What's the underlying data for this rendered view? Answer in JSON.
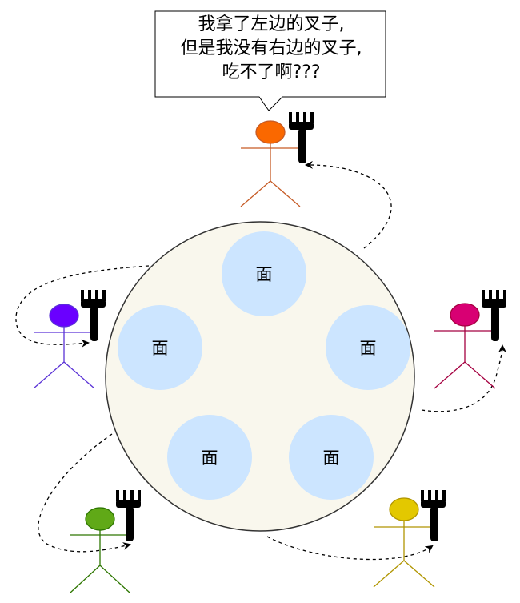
{
  "speech": {
    "lines": [
      "我拿了左边的叉子,",
      "但是我没有右边的叉子,",
      "吃不了啊???"
    ]
  },
  "table": {
    "fill": "#f9f7ed",
    "stroke": "#333333"
  },
  "bowls": {
    "label": "面",
    "fill": "#cce5ff",
    "items": [
      "top",
      "left",
      "right",
      "bottom-left",
      "bottom-right"
    ]
  },
  "philosophers": [
    {
      "position": "top",
      "color": "#e86a00"
    },
    {
      "position": "left",
      "color": "#6a00ff"
    },
    {
      "position": "right",
      "color": "#d80073"
    },
    {
      "position": "bottom-left",
      "color": "#60a917"
    },
    {
      "position": "bottom-right",
      "color": "#d8bd00"
    }
  ],
  "icons": {
    "fork": "fork-icon"
  }
}
